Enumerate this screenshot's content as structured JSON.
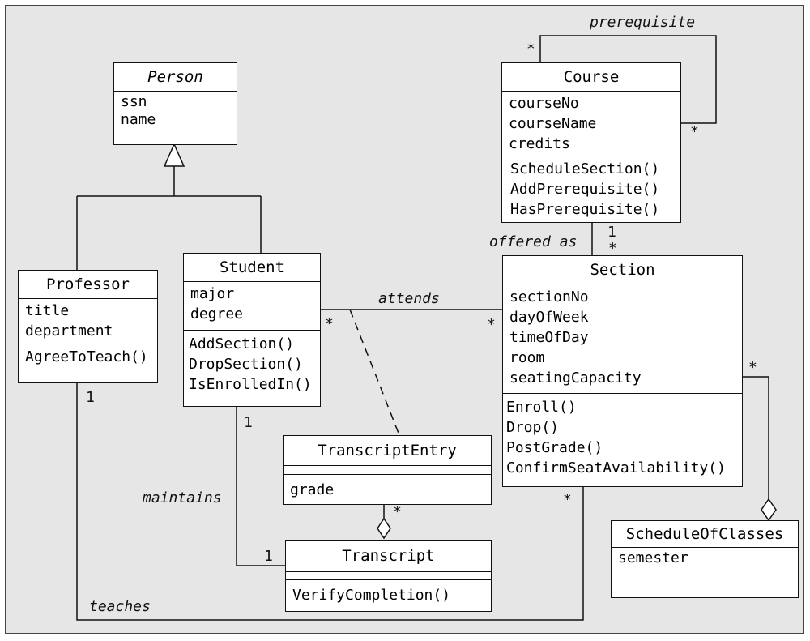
{
  "classes": {
    "person": {
      "name": "Person",
      "attributes": [
        "ssn",
        "name"
      ],
      "operations": []
    },
    "course": {
      "name": "Course",
      "attributes": [
        "courseNo",
        "courseName",
        "credits"
      ],
      "operations": [
        "ScheduleSection()",
        "AddPrerequisite()",
        "HasPrerequisite()"
      ]
    },
    "professor": {
      "name": "Professor",
      "attributes": [
        "title",
        "department"
      ],
      "operations": [
        "AgreeToTeach()"
      ]
    },
    "student": {
      "name": "Student",
      "attributes": [
        "major",
        "degree"
      ],
      "operations": [
        "AddSection()",
        "DropSection()",
        "IsEnrolledIn()"
      ]
    },
    "section": {
      "name": "Section",
      "attributes": [
        "sectionNo",
        "dayOfWeek",
        "timeOfDay",
        "room",
        "seatingCapacity"
      ],
      "operations": [
        "Enroll()",
        "Drop()",
        "PostGrade()",
        "ConfirmSeatAvailability()"
      ]
    },
    "transcriptEntry": {
      "name": "TranscriptEntry",
      "attributes": [],
      "operations": [
        "grade"
      ]
    },
    "transcript": {
      "name": "Transcript",
      "attributes": [],
      "operations": [
        "VerifyCompletion()"
      ]
    },
    "scheduleOfClasses": {
      "name": "ScheduleOfClasses",
      "attributes": [
        "semester"
      ],
      "operations": []
    }
  },
  "associations": {
    "prerequisite": "prerequisite",
    "offered_as": "offered as",
    "attends": "attends",
    "maintains": "maintains",
    "teaches": "teaches"
  },
  "multiplicities": {
    "prereq_top": "*",
    "prereq_right": "*",
    "course_offered": "1",
    "section_offered": "*",
    "student_attends": "*",
    "section_attends": "*",
    "section_schedule": "*",
    "professor_teaches": "1",
    "student_maintains": "1",
    "transcript_maintains": "1",
    "entry_transcript": "*",
    "section_teaches": "*"
  }
}
